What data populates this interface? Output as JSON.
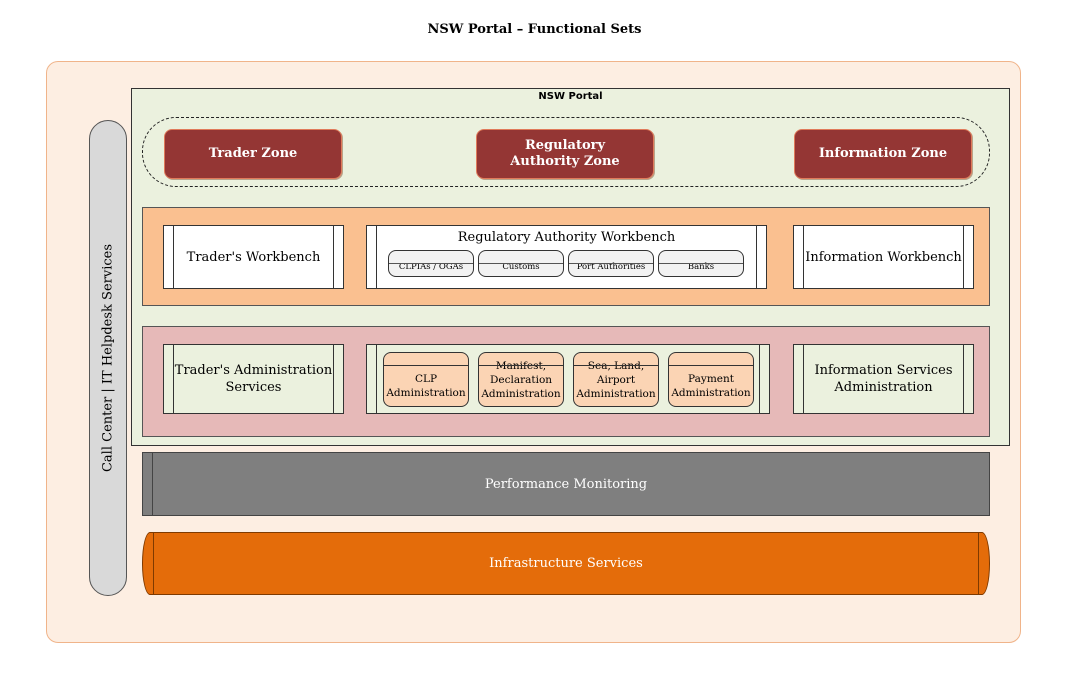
{
  "title": "NSW Portal – Functional Sets",
  "side_label": "Call Center | IT Helpdesk Services",
  "portal": {
    "title": "NSW Portal",
    "zones": [
      "Trader Zone",
      "Regulatory Authority Zone",
      "Information Zone"
    ]
  },
  "workbench": {
    "trader": "Trader's Workbench",
    "regulatory": {
      "title": "Regulatory Authority Workbench",
      "items": [
        "CLPIAs / OGAs",
        "Customs",
        "Port Authorities",
        "Banks"
      ]
    },
    "information": "Information Workbench"
  },
  "administration": {
    "trader": "Trader's Administration Services",
    "items": [
      "CLP Administration",
      "Manifest, Declaration Administration",
      "Sea, Land, Airport Administration",
      "Payment Administration"
    ],
    "information": "Information Services Administration"
  },
  "performance": "Performance Monitoring",
  "infrastructure": "Infrastructure Services",
  "colors": {
    "outer_bg": "#fdeee2",
    "portal_bg": "#ebf1de",
    "zone": "#943634",
    "workbench_band": "#fac090",
    "admin_band": "#e6b9b8",
    "sub_admin": "#fbd4b4",
    "performance": "#7f7f7f",
    "infrastructure": "#e46c0a"
  }
}
